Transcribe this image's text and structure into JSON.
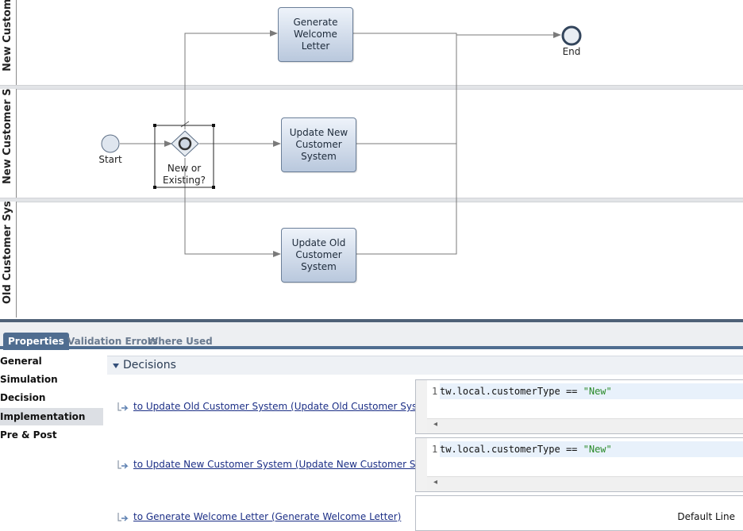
{
  "lanes": [
    {
      "label": "New Customer Le"
    },
    {
      "label": "New Customer System"
    },
    {
      "label": "Old Customer System"
    }
  ],
  "nodes": {
    "start": "Start",
    "end": "End",
    "gateway": "New or Existing?",
    "task_welcome": "Generate Welcome Letter",
    "task_new": "Update New Customer System",
    "task_old": "Update Old Customer System"
  },
  "tabs": [
    "Properties",
    "Validation Errors",
    "Where Used"
  ],
  "sidebar": {
    "items": [
      {
        "label": "General"
      },
      {
        "label": "Simulation"
      },
      {
        "label": "Decision"
      },
      {
        "label": "Implementation"
      },
      {
        "label": "Pre & Post"
      }
    ]
  },
  "section": {
    "title": "Decisions"
  },
  "decisions": [
    {
      "link": "to Update Old Customer System (Update Old Customer System)",
      "line_no": "1",
      "code": "tw.local.customerType == ",
      "code_str": "\"New\""
    },
    {
      "link": "to Update New Customer System (Update New Customer System)",
      "line_no": "1",
      "code": "tw.local.customerType == ",
      "code_str": "\"New\""
    },
    {
      "link": "to Generate Welcome Letter (Generate Welcome Letter)",
      "default_label": "Default Line"
    }
  ],
  "colors": {
    "accent": "#4f6d90",
    "link": "#1c2f86",
    "task_fill": "#b9c8dd",
    "string": "#2a8a2a"
  }
}
